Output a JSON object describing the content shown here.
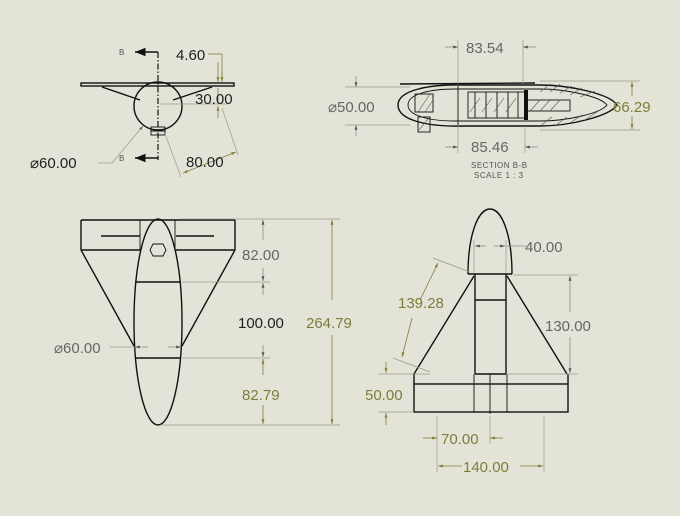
{
  "drawing": {
    "background": "#e4e3d8",
    "colors": {
      "geometry": "#111111",
      "dimension_olive": "#7b7f3a",
      "dimension_gray": "#666666"
    }
  },
  "front_view": {
    "section_marker": "B",
    "section_marker_bottom": "B",
    "dim_top_thickness": "4.60",
    "dim_offset": "30.00",
    "dim_diameter": "⌀60.00",
    "dim_span": "80.00"
  },
  "section_view": {
    "dim_top": "83.54",
    "dim_bottom": "85.46",
    "dim_diameter": "⌀50.00",
    "dim_height": "66.29",
    "title": "SECTION B-B",
    "scale": "SCALE 1 : 3"
  },
  "top_view": {
    "dim_upper": "82.00",
    "dim_middle": "100.00",
    "dim_lower": "82.79",
    "dim_total": "264.79",
    "dim_diameter": "⌀60.00"
  },
  "side_view": {
    "dim_body_width": "40.00",
    "dim_fin_edge": "139.28",
    "dim_fin_height": "130.00",
    "dim_base_height": "50.00",
    "dim_half_width": "70.00",
    "dim_full_width": "140.00"
  }
}
